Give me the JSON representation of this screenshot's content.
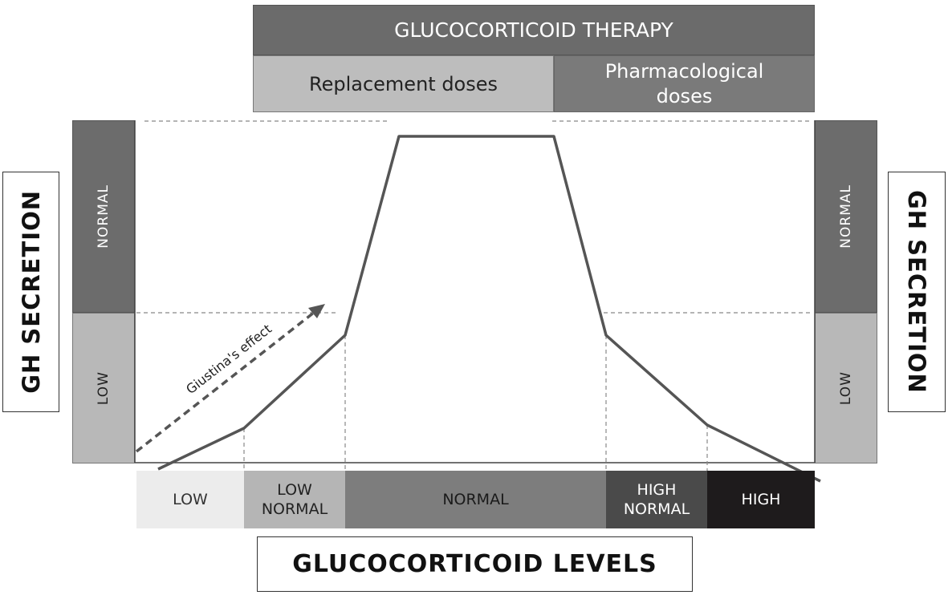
{
  "header": {
    "title": "GLUCOCORTICOID THERAPY",
    "replacement": "Replacement doses",
    "pharmacological_line1": "Pharmacological",
    "pharmacological_line2": "doses"
  },
  "gh_axis": {
    "label": "GH SECRETION",
    "normal": "NORMAL",
    "low": "LOW"
  },
  "annotation": {
    "giustina": "Giustina's effect"
  },
  "levels": {
    "low": "LOW",
    "low_normal_1": "LOW",
    "low_normal_2": "NORMAL",
    "normal": "NORMAL",
    "high_normal_1": "HIGH",
    "high_normal_2": "NORMAL",
    "high": "HIGH"
  },
  "x_axis_label": "GLUCOCORTICOID LEVELS",
  "colors": {
    "header_dark": "#6b6b6b",
    "replacement": "#bdbdbd",
    "pharmacological": "#7a7a7a",
    "low_seg": "#ececec",
    "low_normal_seg": "#b5b5b5",
    "normal_seg": "#7d7d7d",
    "high_normal_seg": "#4a4a4a",
    "high_seg": "#1e1b1c",
    "curve": "#555555"
  }
}
